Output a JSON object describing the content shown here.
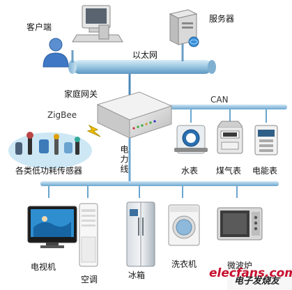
{
  "labels": {
    "client": "客户端",
    "server": "服务器",
    "ethernet": "以太网",
    "gateway": "家庭网关",
    "can": "CAN",
    "zigbee": "ZigBee",
    "power_line": "电力线",
    "sensors": "各类低功耗传感器",
    "water_meter": "水表",
    "gas_meter": "煤气表",
    "electric_meter": "电能表",
    "tv": "电视机",
    "ac": "空调",
    "fridge": "冰箱",
    "washer": "洗衣机",
    "microwave": "微波炉"
  },
  "watermark": {
    "site": "elecfans.com",
    "cn": "电子发烧友"
  },
  "colors": {
    "pipe": "#9ec9e3",
    "bus": "#7fb5d8",
    "accent": "#2a6fb0"
  }
}
